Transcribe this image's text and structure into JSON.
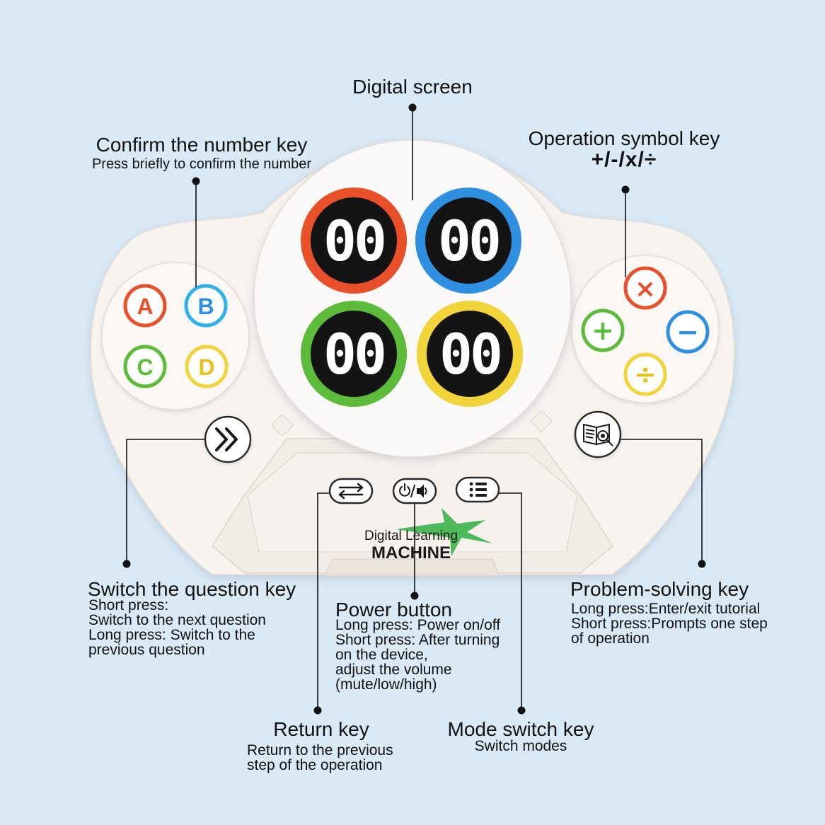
{
  "colors": {
    "background": "#d9e9f5",
    "device_body": "#f7f3ef",
    "ring_red": "#e8502a",
    "ring_blue": "#2f8fe0",
    "ring_green": "#5cbc3a",
    "ring_yellow": "#f1d43a",
    "screen": "#141414",
    "logo_green": "#3bb24a"
  },
  "screens": [
    "00",
    "00",
    "00",
    "00"
  ],
  "answer_keys": [
    "A",
    "B",
    "C",
    "D"
  ],
  "operator_keys": {
    "multiply": "×",
    "add": "+",
    "subtract": "−",
    "divide": "÷"
  },
  "logo": {
    "line1": "Digital Learning",
    "line2": "MACHINE"
  },
  "labels": {
    "digital_screen": {
      "title": "Digital screen"
    },
    "confirm_number": {
      "title": "Confirm the number key",
      "desc": "Press briefly to confirm the number"
    },
    "operation_symbol": {
      "title": "Operation symbol key",
      "symbols": "+/-/x/÷"
    },
    "switch_question": {
      "title": "Switch the question key",
      "desc": [
        "Short press:",
        "Switch to the next question",
        "Long press: Switch to the",
        "previous question"
      ]
    },
    "power": {
      "title": "Power button",
      "desc": [
        "Long press: Power on/off",
        "Short press: After turning",
        "on the device,",
        "adjust the volume",
        "(mute/low/high)"
      ]
    },
    "problem_solving": {
      "title": "Problem-solving key",
      "desc": [
        "Long press:Enter/exit tutorial",
        "Short press:Prompts one step",
        "of operation"
      ]
    },
    "return": {
      "title": "Return key",
      "desc": [
        "Return to the previous",
        "step of the operation"
      ]
    },
    "mode_switch": {
      "title": "Mode switch key",
      "desc": "Switch modes"
    }
  }
}
